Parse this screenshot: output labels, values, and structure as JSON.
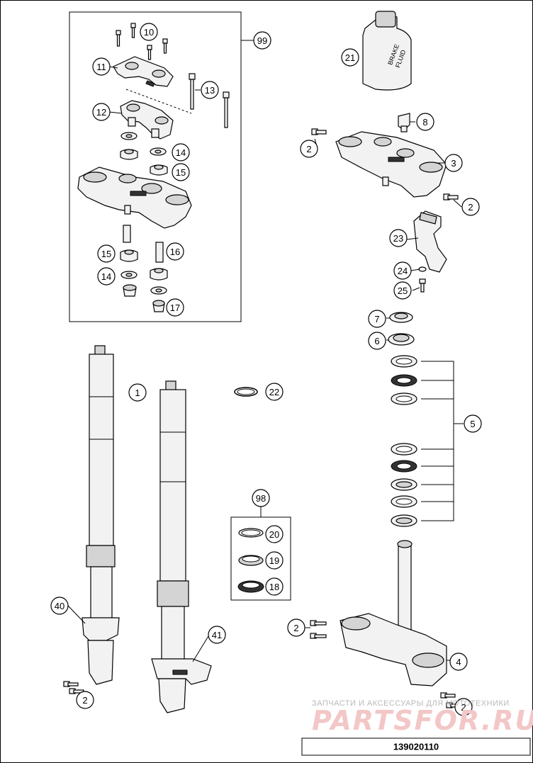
{
  "diagram": {
    "document_number": "139020110",
    "watermark_line1": "ЗАПЧАСТИ И АКСЕССУАРЫ ДЛЯ МОТОТЕХНИКИ",
    "watermark_line2": "PARTSFOR.RU",
    "can_label_1": "BRAKE",
    "can_label_2": "FLUID",
    "callouts": [
      {
        "id": "c99",
        "label": "99"
      },
      {
        "id": "c10",
        "label": "10"
      },
      {
        "id": "c11",
        "label": "11"
      },
      {
        "id": "c13",
        "label": "13"
      },
      {
        "id": "c12",
        "label": "12"
      },
      {
        "id": "c14a",
        "label": "14"
      },
      {
        "id": "c15a",
        "label": "15"
      },
      {
        "id": "c15b",
        "label": "15"
      },
      {
        "id": "c16",
        "label": "16"
      },
      {
        "id": "c14b",
        "label": "14"
      },
      {
        "id": "c17",
        "label": "17"
      },
      {
        "id": "c21",
        "label": "21"
      },
      {
        "id": "c8",
        "label": "8"
      },
      {
        "id": "c2a",
        "label": "2"
      },
      {
        "id": "c3",
        "label": "3"
      },
      {
        "id": "c2b",
        "label": "2"
      },
      {
        "id": "c23",
        "label": "23"
      },
      {
        "id": "c24",
        "label": "24"
      },
      {
        "id": "c25",
        "label": "25"
      },
      {
        "id": "c7",
        "label": "7"
      },
      {
        "id": "c6",
        "label": "6"
      },
      {
        "id": "c1",
        "label": "1"
      },
      {
        "id": "c22",
        "label": "22"
      },
      {
        "id": "c5",
        "label": "5"
      },
      {
        "id": "c98",
        "label": "98"
      },
      {
        "id": "c20",
        "label": "20"
      },
      {
        "id": "c19",
        "label": "19"
      },
      {
        "id": "c18",
        "label": "18"
      },
      {
        "id": "c40",
        "label": "40"
      },
      {
        "id": "c41",
        "label": "41"
      },
      {
        "id": "c2c",
        "label": "2"
      },
      {
        "id": "c4",
        "label": "4"
      },
      {
        "id": "c2d",
        "label": "2"
      },
      {
        "id": "c2e",
        "label": "2"
      }
    ]
  }
}
